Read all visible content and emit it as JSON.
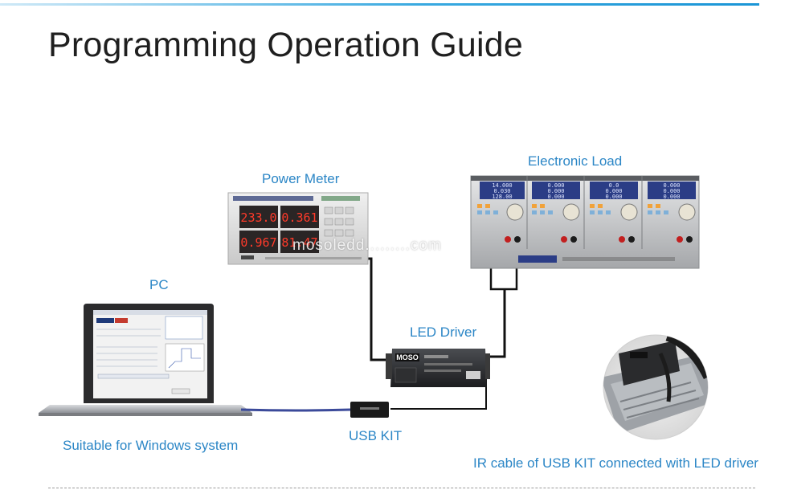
{
  "title": "Programming Operation Guide",
  "labels": {
    "power_meter": "Power Meter",
    "electronic_load": "Electronic Load",
    "pc": "PC",
    "led_driver": "LED Driver",
    "usb_kit": "USB KIT",
    "windows": "Suitable for Windows system",
    "ir_cable": "IR cable of USB KIT connected with LED driver"
  },
  "power_meter": {
    "readings": [
      "233.0",
      "0.361",
      "0.967",
      "81.47"
    ]
  },
  "electronic_load": {
    "channels": [
      {
        "lines": [
          "14.000",
          "0.030",
          "128.00"
        ]
      },
      {
        "lines": [
          "0.000",
          "0.000",
          "0.000"
        ]
      },
      {
        "lines": [
          "0.0",
          "0.000",
          "0.000"
        ]
      },
      {
        "lines": [
          "0.000",
          "0.000",
          "0.000"
        ]
      }
    ]
  },
  "driver_brand": "MOSO",
  "watermark": "mosoledd.........com",
  "colors": {
    "accent": "#2b86c6",
    "title": "#1f1f1f",
    "topbar": "#1a95d6"
  }
}
